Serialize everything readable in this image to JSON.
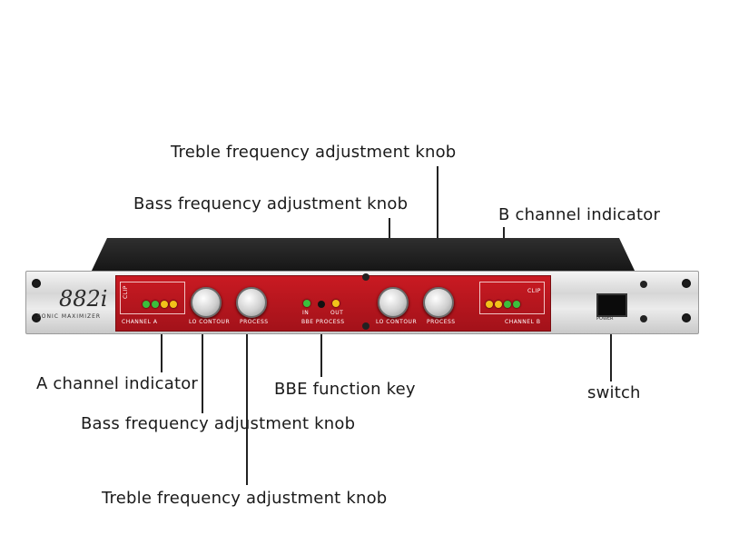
{
  "device": {
    "model": "882i",
    "subtitle": "SONIC MAXIMIZER",
    "channel_a_label": "CHANNEL A",
    "channel_b_label": "CHANNEL B",
    "lo_contour_label": "LO CONTOUR",
    "process_label": "PROCESS",
    "bbe_process_label": "BBE PROCESS",
    "in_label": "IN",
    "out_label": "OUT",
    "clip_label": "CLIP",
    "power_label": "POWER"
  },
  "callouts": {
    "treble_top": "Treble frequency adjustment knob",
    "bass_top": "Bass frequency adjustment knob",
    "b_channel": "B channel indicator",
    "a_channel": "A channel indicator",
    "bbe_key": "BBE function key",
    "switch": "switch",
    "bass_bottom": "Bass frequency adjustment knob",
    "treble_bottom": "Treble frequency adjustment knob"
  },
  "colors": {
    "panel_red": "#b8161e",
    "led_green": "#3cbf3c",
    "led_yellow": "#f2c21a"
  }
}
